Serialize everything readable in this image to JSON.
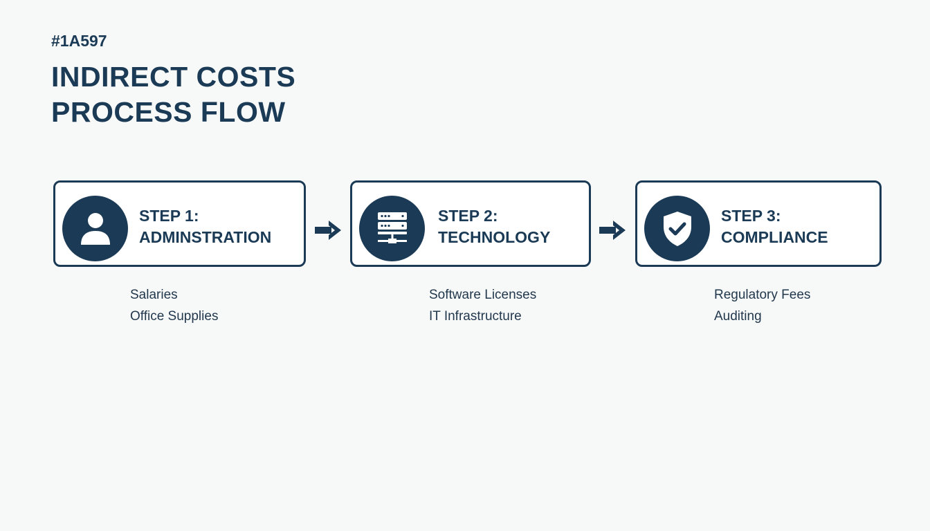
{
  "header": {
    "code": "#1A597",
    "title_line1": "INDIRECT COSTS",
    "title_line2": "PROCESS FLOW"
  },
  "colors": {
    "primary": "#1a3a55",
    "background": "#f7f8f8",
    "card_background": "#ffffff"
  },
  "steps": [
    {
      "label": "STEP 1:",
      "name": "ADMINSTRATION",
      "icon": "user-icon",
      "items": [
        "Salaries",
        "Office Supplies"
      ]
    },
    {
      "label": "STEP 2:",
      "name": "TECHNOLOGY",
      "icon": "server-icon",
      "items": [
        "Software Licenses",
        "IT Infrastructure"
      ]
    },
    {
      "label": "STEP 3:",
      "name": "COMPLIANCE",
      "icon": "shield-check-icon",
      "items": [
        "Regulatory Fees",
        "Auditing"
      ]
    }
  ],
  "connectors": [
    "arrow-right-icon",
    "arrow-right-icon"
  ]
}
